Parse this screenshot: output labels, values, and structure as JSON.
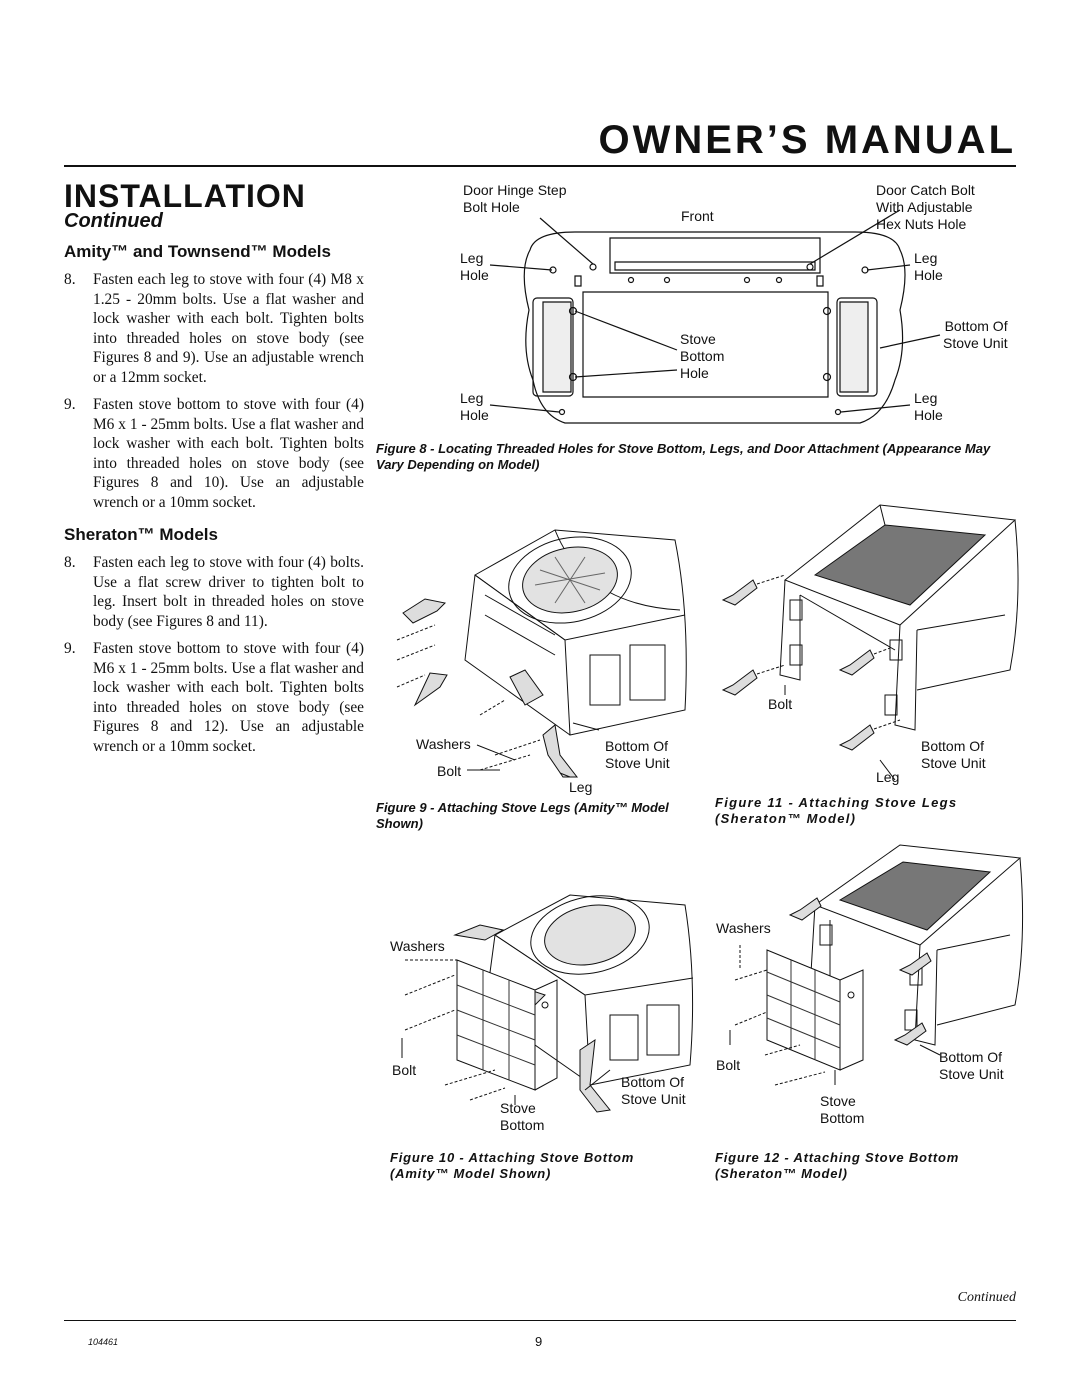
{
  "header": {
    "title": "OWNER’S MANUAL"
  },
  "section": {
    "title": "INSTALLATION",
    "subtitle": "Continued"
  },
  "amity": {
    "heading": "Amity™ and Townsend™ Models",
    "steps": [
      {
        "num": "8.",
        "text": "Fasten each leg to stove with four (4) M8 x 1.25 - 20mm bolts. Use a flat washer and lock washer with each bolt. Tighten bolts into threaded holes on stove body (see Figures 8 and 9). Use an adjustable wrench or a 12mm socket."
      },
      {
        "num": "9.",
        "text": "Fasten stove bottom to stove with four (4) M6 x 1 - 25mm bolts. Use a flat washer and lock washer with each bolt. Tighten bolts into threaded holes on stove body (see Figures 8 and 10). Use an adjustable wrench or a 10mm socket."
      }
    ]
  },
  "sheraton": {
    "heading": "Sheraton™ Models",
    "steps": [
      {
        "num": "8.",
        "text": "Fasten each leg to stove with four (4) bolts. Use a flat screw driver to tighten bolt to leg. Insert bolt in threaded holes on stove body (see Figures 8 and 11)."
      },
      {
        "num": "9.",
        "text": "Fasten stove bottom to stove with four (4) M6 x 1 - 25mm bolts. Use a flat washer and lock washer with each bolt. Tighten bolts into threaded holes on stove body (see Figures 8 and 12). Use an adjustable wrench or a 10mm socket."
      }
    ]
  },
  "fig8": {
    "labels": {
      "door_hinge": "Door Hinge Step\nBolt Hole",
      "front": "Front",
      "door_catch": "Door Catch Bolt\nWith Adjustable\nHex Nuts Hole",
      "leg_hole_tl": "Leg\nHole",
      "leg_hole_tr": "Leg\nHole",
      "bottom_of": "Bottom Of\nStove Unit",
      "stove_bottom_hole": "Stove\nBottom\nHole",
      "leg_hole_bl": "Leg\nHole",
      "leg_hole_br": "Leg\nHole"
    },
    "caption": "Figure 8 - Locating Threaded Holes for Stove Bottom, Legs, and Door Attachment (Appearance May Vary Depending on Model)"
  },
  "fig9": {
    "labels": {
      "washers": "Washers",
      "bolt": "Bolt",
      "bottom_of": "Bottom Of\nStove Unit",
      "leg": "Leg"
    },
    "caption": "Figure 9 - Attaching Stove Legs (Amity™ Model Shown)"
  },
  "fig11": {
    "labels": {
      "bolt": "Bolt",
      "bottom_of": "Bottom Of\nStove Unit",
      "leg": "Leg"
    },
    "caption": "Figure 11 - Attaching Stove Legs (Sheraton™ Model)"
  },
  "fig10": {
    "labels": {
      "washers": "Washers",
      "bolt": "Bolt",
      "bottom_of": "Bottom Of\nStove Unit",
      "stove_bottom": "Stove\nBottom"
    },
    "caption": "Figure 10 - Attaching Stove Bottom (Amity™ Model Shown)"
  },
  "fig12": {
    "labels": {
      "washers": "Washers",
      "bolt": "Bolt",
      "bottom_of": "Bottom Of\nStove Unit",
      "stove_bottom": "Stove\nBottom"
    },
    "caption": "Figure 12 - Attaching Stove Bottom (Sheraton™ Model)"
  },
  "footer": {
    "continued": "Continued",
    "doc_number": "104461",
    "page": "9"
  }
}
